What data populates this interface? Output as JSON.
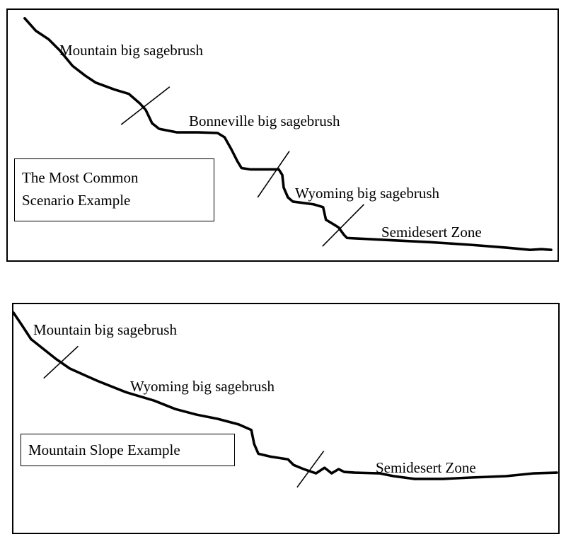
{
  "panels": [
    {
      "example_label_lines": [
        "The Most Common",
        "Scenario Example"
      ],
      "zones": [
        "Mountain big sagebrush",
        "Bonneville big sagebrush",
        "Wyoming big sagebrush",
        "Semidesert Zone"
      ]
    },
    {
      "example_label_lines": [
        "Mountain Slope Example"
      ],
      "zones": [
        "Mountain big sagebrush",
        "Wyoming big sagebrush",
        "Semidesert Zone"
      ]
    }
  ]
}
